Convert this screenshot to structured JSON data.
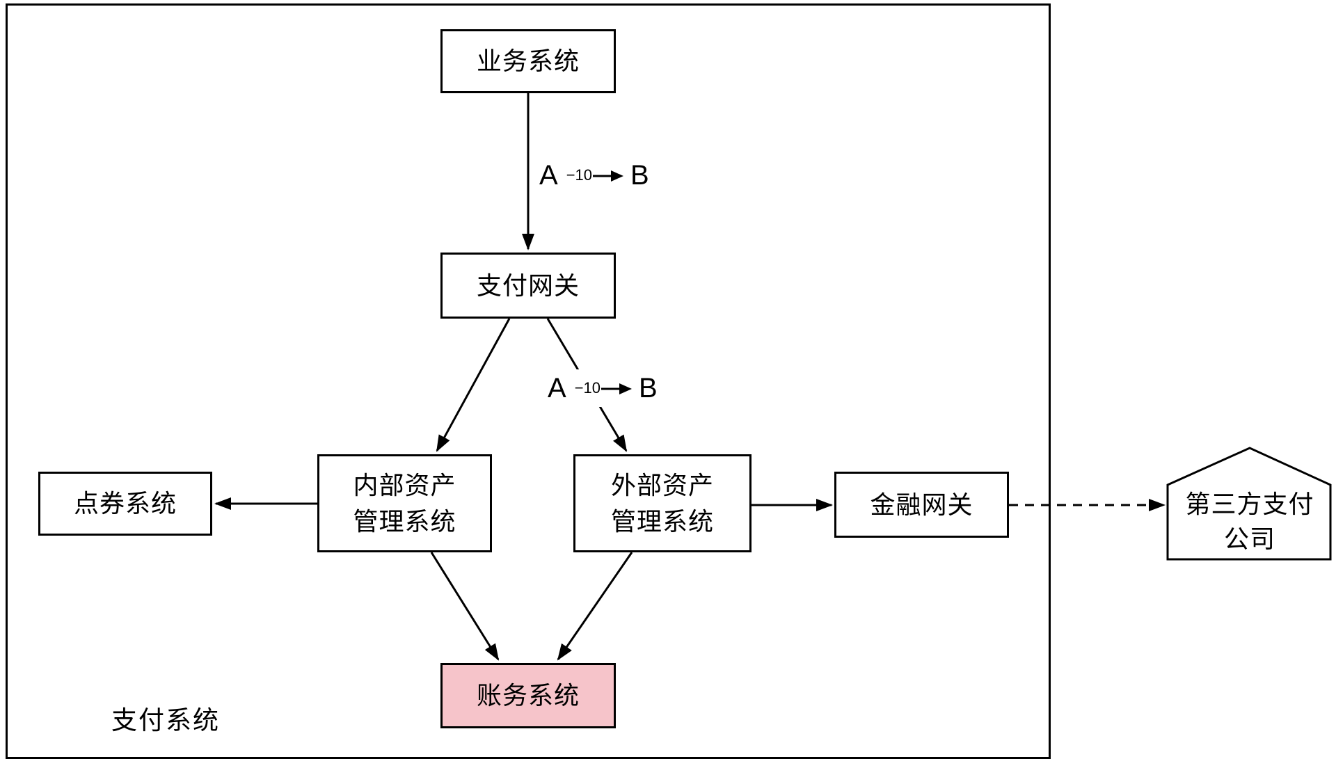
{
  "diagram": {
    "group_label": "支付系统",
    "colors": {
      "background": "#FFFFFF",
      "line": "#000000",
      "node_fill": "#FFFFFF",
      "highlight_fill": "#F6C4CA"
    },
    "nodes": {
      "business_system": {
        "label": "业务系统"
      },
      "payment_gateway": {
        "label": "支付网关"
      },
      "internal_asset_mgmt": {
        "line1": "内部资产",
        "line2": "管理系统"
      },
      "external_asset_mgmt": {
        "line1": "外部资产",
        "line2": "管理系统"
      },
      "voucher_system": {
        "label": "点券系统"
      },
      "finance_gateway": {
        "label": "金融网关"
      },
      "accounting_system": {
        "label": "账务系统"
      },
      "third_party_payment": {
        "line1": "第三方支付",
        "line2": "公司"
      }
    },
    "edge_labels": {
      "business_to_gateway": {
        "from": "A",
        "amount": "−10",
        "to": "B"
      },
      "gateway_to_external": {
        "from": "A",
        "amount": "−10",
        "to": "B"
      }
    },
    "edges": [
      "业务系统 → 支付网关",
      "支付网关 → 内部资产管理系统",
      "支付网关 → 外部资产管理系统",
      "内部资产管理系统 → 点券系统",
      "外部资产管理系统 → 金融网关",
      "金融网关 ⇢ 第三方支付公司 (dashed)",
      "内部资产管理系统 → 账务系统",
      "外部资产管理系统 → 账务系统"
    ]
  }
}
